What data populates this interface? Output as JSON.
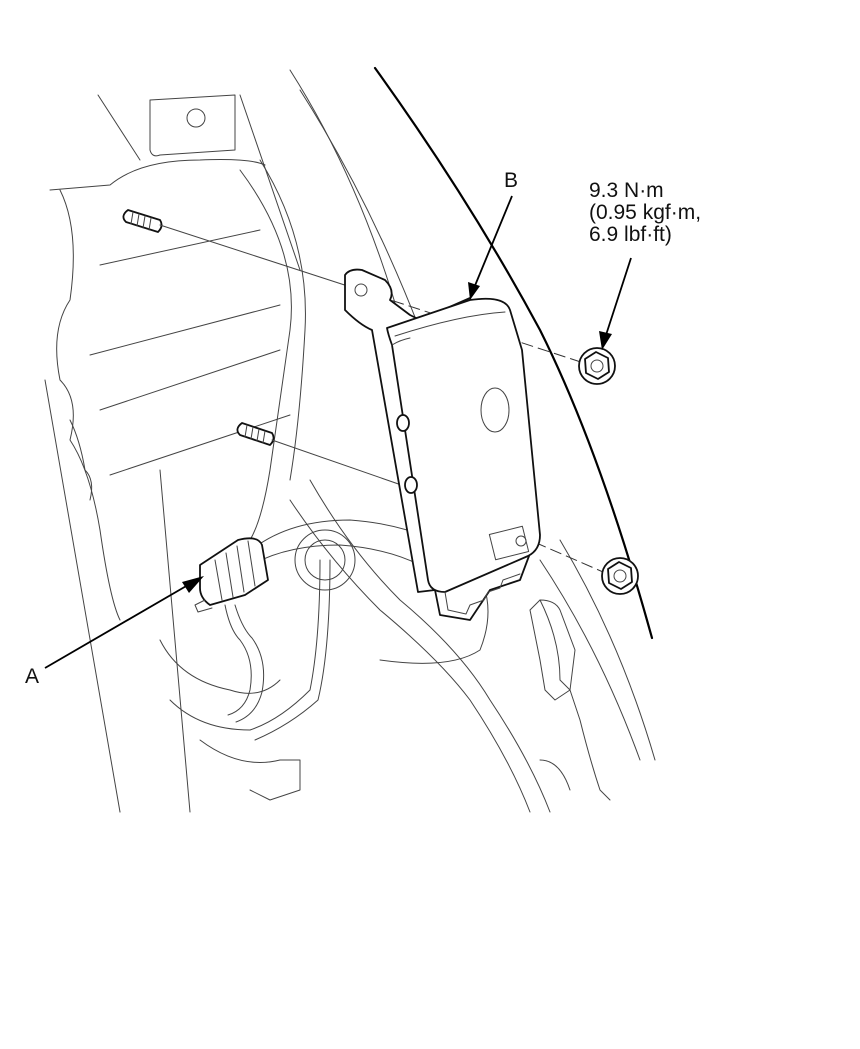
{
  "labels": {
    "a": "A",
    "b": "B"
  },
  "torque_spec": {
    "line1": "9.3 N·m",
    "line2": "(0.95 kgf·m,",
    "line3": "6.9 lbf·ft)"
  },
  "colors": {
    "line": "#222222",
    "background": "#ffffff"
  }
}
